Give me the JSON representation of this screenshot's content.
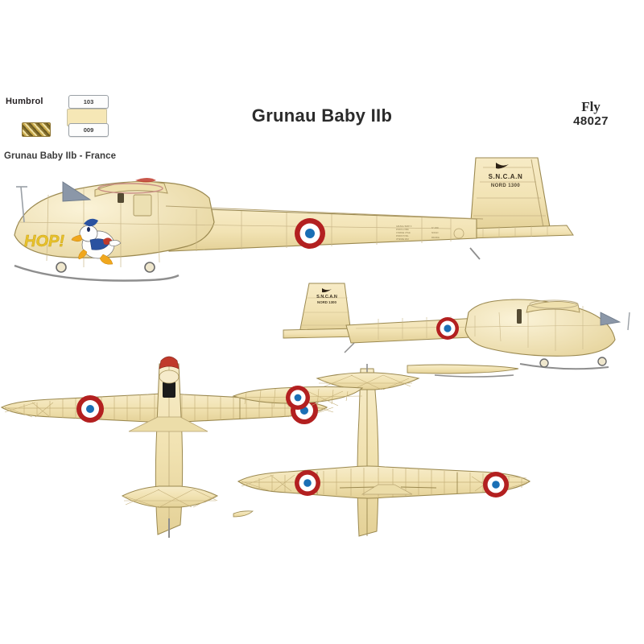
{
  "document": {
    "title": "Grunau Baby IIb",
    "subject_caption": "Grunau Baby IIb - France",
    "background_color": "#ffffff"
  },
  "brand": {
    "name": "Fly",
    "kit_number": "48027"
  },
  "paint_chart": {
    "brand_label": "Humbrol",
    "rows": [
      {
        "code": "103",
        "swatch_color": "#f6e7b6",
        "finish": "matt"
      },
      {
        "code": "009",
        "swatch_color": "#b99a45",
        "finish": "gold-metallic"
      }
    ]
  },
  "markings": {
    "nose_art_text": "HOP!",
    "nose_art_character": "donald-duck-cartoon",
    "nose_art_color": "#e8c22a",
    "tail_manufacturer": "S.N.C.A.N",
    "tail_type": "NORD 1300",
    "tail_logo": "bird-in-flight-logo",
    "roundel": {
      "name": "french-cockade",
      "center_color": "#1a6fb5",
      "middle_color": "#ffffff",
      "outer_color": "#b32020"
    },
    "nose_tip_color": "#c0392b",
    "cockpit_color": "#1b1b1b",
    "fin_triangle_color": "#8b97a8"
  },
  "colors": {
    "airframe_fill": "#f2e3b4",
    "airframe_shade": "#e6d49d",
    "panel_line": "#b6a371",
    "outline": "#9b8950",
    "metal_grey": "#9aa0a6"
  },
  "views": [
    {
      "id": "side-view-left",
      "label": "port side profile"
    },
    {
      "id": "side-view-right",
      "label": "starboard side profile"
    },
    {
      "id": "plan-view-top",
      "label": "upper surface plan view"
    },
    {
      "id": "plan-view-bottom",
      "label": "lower surface plan view"
    }
  ]
}
